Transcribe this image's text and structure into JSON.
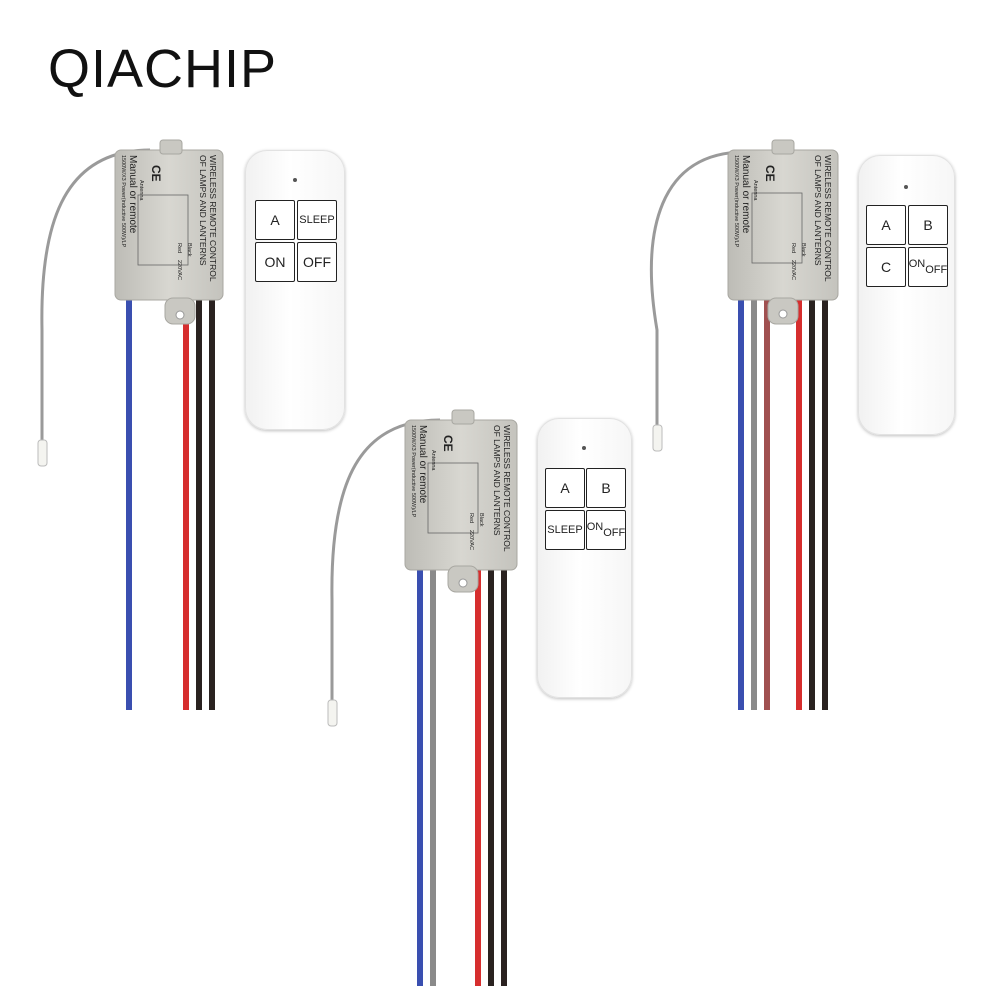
{
  "brand": "QIACHIP",
  "modules": [
    {
      "label_lines": [
        "WIRELESS REMOTE CONTROL",
        "OF LAMPS AND LANTERNS"
      ],
      "manual": "Manual or remote",
      "power": "1500W/X3 Power(inductive 500W)/LP",
      "ce": "CE",
      "antenna": "Antenna",
      "black": "Black",
      "red": "Red",
      "voltage": "220VAC"
    },
    {
      "label_lines": [
        "WIRELESS REMOTE CONTROL",
        "OF LAMPS AND LANTERNS"
      ],
      "manual": "Manual or remote",
      "power": "1500W/X3 Power(inductive 500W)/LP",
      "ce": "CE",
      "antenna": "Antenna",
      "black": "Black",
      "red": "Red",
      "voltage": "220VAC"
    },
    {
      "label_lines": [
        "WIRELESS REMOTE CONTROL",
        "OF LAMPS AND LANTERNS"
      ],
      "manual": "Manual or remote",
      "power": "1500W/X3 Power(inductive 500W)/LP",
      "ce": "CE",
      "antenna": "Antenna",
      "black": "Black",
      "red": "Red",
      "voltage": "220VAC"
    }
  ],
  "remotes": {
    "left": {
      "buttons": [
        "A",
        "SLEEP",
        "ON",
        "OFF"
      ]
    },
    "middle": {
      "buttons": [
        "A",
        "B",
        "SLEEP"
      ],
      "onoff_on": "ON",
      "onoff_off": "OFF"
    },
    "right": {
      "buttons": [
        "A",
        "B",
        "C"
      ],
      "onoff_on": "ON",
      "onoff_off": "OFF"
    }
  },
  "colors": {
    "module_body": "#d3d2cc",
    "wire_blue": "#3a4fb0",
    "wire_red": "#d62e2e",
    "wire_black": "#2a2220",
    "wire_grey": "#8a8a8a",
    "wire_brown_red": "#a05050",
    "antenna": "#9a9a9a"
  }
}
